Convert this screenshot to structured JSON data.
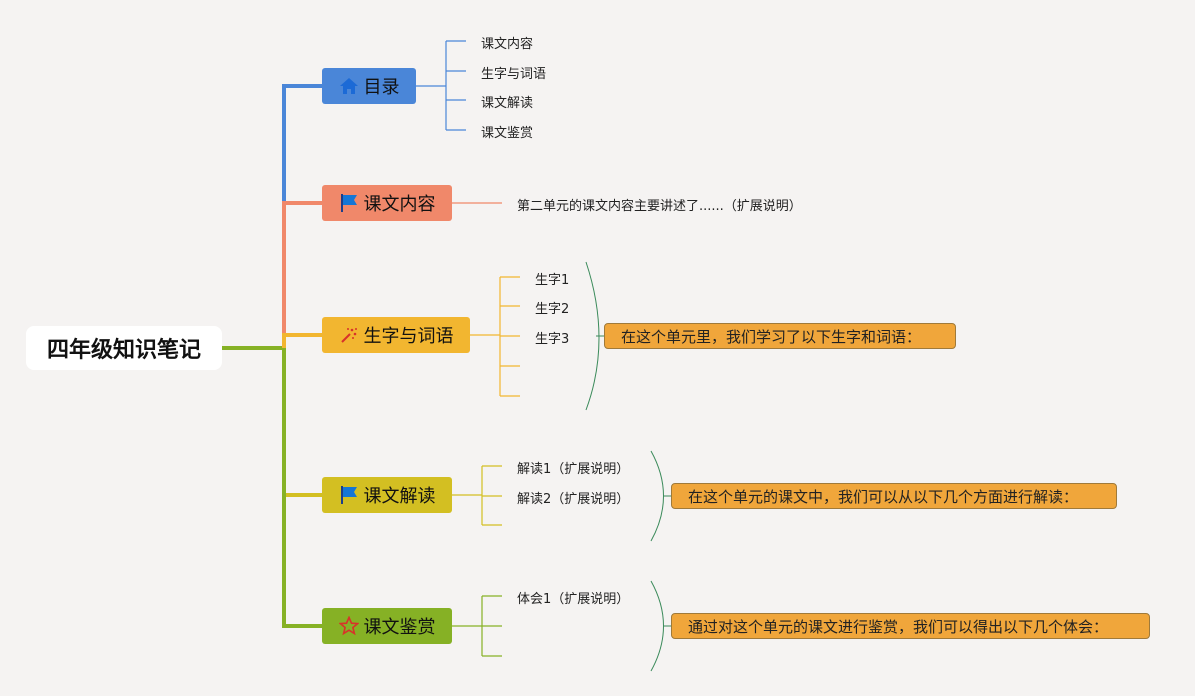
{
  "root": {
    "title": "四年级知识笔记"
  },
  "colors": {
    "blue": "#4a86d8",
    "coral": "#f0886a",
    "yellow": "#f2b630",
    "olive": "#d3bf22",
    "green": "#86b125",
    "note": "#f0a63b"
  },
  "branches": {
    "toc": {
      "label": "目录",
      "icon": "home-icon",
      "items": [
        "课文内容",
        "生字与词语",
        "课文解读",
        "课文鉴赏"
      ]
    },
    "content": {
      "label": "课文内容",
      "icon": "flag-icon",
      "text": "第二单元的课文内容主要讲述了......（扩展说明）"
    },
    "chars": {
      "label": "生字与词语",
      "icon": "firework-icon",
      "items": [
        "生字1",
        "生字2",
        "生字3",
        "",
        ""
      ],
      "summary": "在这个单元里，我们学习了以下生字和词语："
    },
    "interp": {
      "label": "课文解读",
      "icon": "flag-icon",
      "items": [
        "解读1（扩展说明）",
        "解读2（扩展说明）",
        ""
      ],
      "summary": "在这个单元的课文中，我们可以从以下几个方面进行解读："
    },
    "appre": {
      "label": "课文鉴赏",
      "icon": "star-icon",
      "items": [
        "体会1（扩展说明）",
        "",
        ""
      ],
      "summary": "通过对这个单元的课文进行鉴赏，我们可以得出以下几个体会："
    }
  }
}
